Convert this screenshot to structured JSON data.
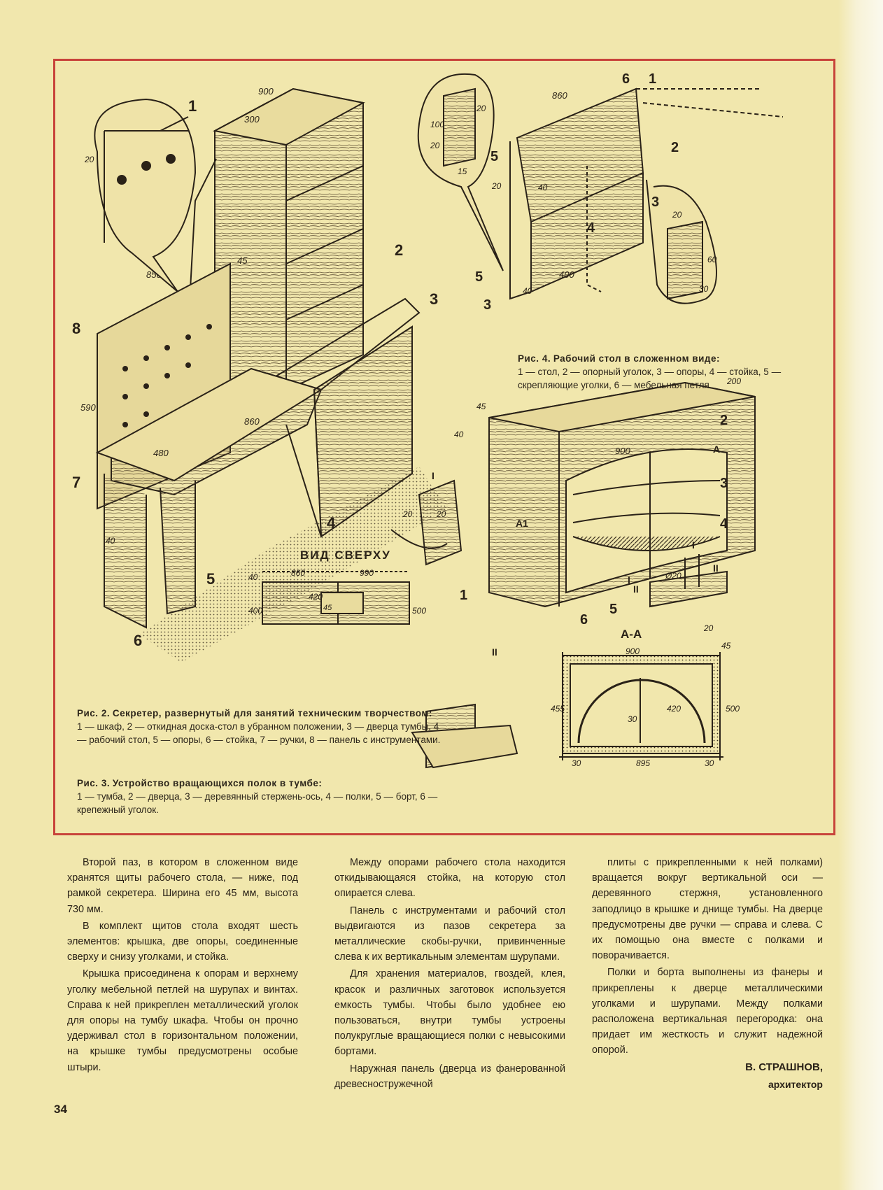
{
  "page_number": "34",
  "captions": {
    "fig2": {
      "title": "Рис. 2.",
      "text": "Секретер, развернутый для занятий техническим творчеством:",
      "legend": "1 — шкаф, 2 — откидная доска-стол в убранном положении, 3 — дверца тумбы, 4 — рабочий стол, 5 — опоры, 6 — стойка, 7 — ручки, 8 — панель с инструментами."
    },
    "fig3": {
      "title": "Рис. 3.",
      "text": "Устройство вращающихся полок в тумбе:",
      "legend": "1 — тумба, 2 — дверца, 3 — деревянный стержень-ось, 4 — полки, 5 — борт, 6 — крепежный уголок."
    },
    "fig4": {
      "title": "Рис. 4.",
      "text": "Рабочий стол в сложенном виде:",
      "legend": "1 — стол, 2 — опорный уголок, 3 — опоры, 4 — стойка, 5 — скрепляющие уголки, 6 — мебельная петля."
    }
  },
  "figure_labels": {
    "top_view": "ВИД СВЕРХУ",
    "section": "А-А",
    "fig2_dims": [
      "900",
      "300",
      "850",
      "45",
      "20",
      "40",
      "590",
      "860",
      "480",
      "40"
    ],
    "fig2_callouts": [
      "1",
      "2",
      "3",
      "4",
      "5",
      "6",
      "7",
      "8"
    ],
    "fig4_dims": [
      "860",
      "20",
      "100",
      "20",
      "15",
      "20",
      "40",
      "400",
      "40",
      "20",
      "60",
      "30"
    ],
    "fig4_callouts": [
      "6",
      "1",
      "2",
      "3",
      "4",
      "5",
      "5",
      "3"
    ],
    "top_view_dims": [
      "40",
      "860",
      "990",
      "420",
      "45",
      "400",
      "500"
    ],
    "fig3_dims": [
      "45",
      "40",
      "200",
      "900",
      "20",
      "20",
      "Ø20",
      "20"
    ],
    "fig3_callouts": [
      "2",
      "3",
      "4",
      "1",
      "5",
      "6",
      "A",
      "A1"
    ],
    "section_marks": [
      "I",
      "II",
      "I",
      "II",
      "I",
      "II"
    ],
    "section_dims": [
      "900",
      "45",
      "455",
      "420",
      "30",
      "500",
      "30",
      "895",
      "30"
    ]
  },
  "columns": [
    [
      "Второй паз, в котором в сложенном виде хранятся щиты рабочего стола, — ниже, под рамкой секретера. Ширина его 45 мм, высота 730 мм.",
      "В комплект щитов стола входят шесть элементов: крышка, две опоры, соединенные сверху и снизу уголками, и стойка.",
      "Крышка присоединена к опорам и верхнему уголку мебельной петлей на шурупах и винтах. Справа к ней прикреплен металлический уголок для опоры на тумбу шкафа. Чтобы он прочно удерживал стол в горизонтальном положении, на крышке тумбы предусмотрены особые штыри."
    ],
    [
      "Между опорами рабочего стола находится откидывающаяся стойка, на которую стол опирается слева.",
      "Панель с инструментами и рабочий стол выдвигаются из пазов секретера за металлические скобы-ручки, привинченные слева к их вертикальным элементам шурупами.",
      "Для хранения материалов, гвоздей, клея, красок и различных заготовок используется емкость тумбы. Чтобы было удобнее ею пользоваться, внутри тумбы устроены полукруглые вращающиеся полки с невысокими бортами.",
      "Наружная панель (дверца из фанерованной древесностружечной"
    ],
    [
      "плиты с прикрепленными к ней полками) вращается вокруг вертикальной оси — деревянного стержня, установленного заподлицо в крышке и днище тумбы. На дверце предусмотрены две ручки — справа и слева. С их помощью она вместе с полками и поворачивается.",
      "Полки и борта выполнены из фанеры и прикреплены к дверце металлическими уголками и шурупами. Между полками расположена вертикальная перегородка: она придает им жесткость и служит надежной опорой."
    ]
  ],
  "author": {
    "name": "В. СТРАШНОВ,",
    "role": "архитектор"
  },
  "colors": {
    "paper": "#f1e7ad",
    "frame": "#c8433a",
    "ink": "#2a2218"
  }
}
